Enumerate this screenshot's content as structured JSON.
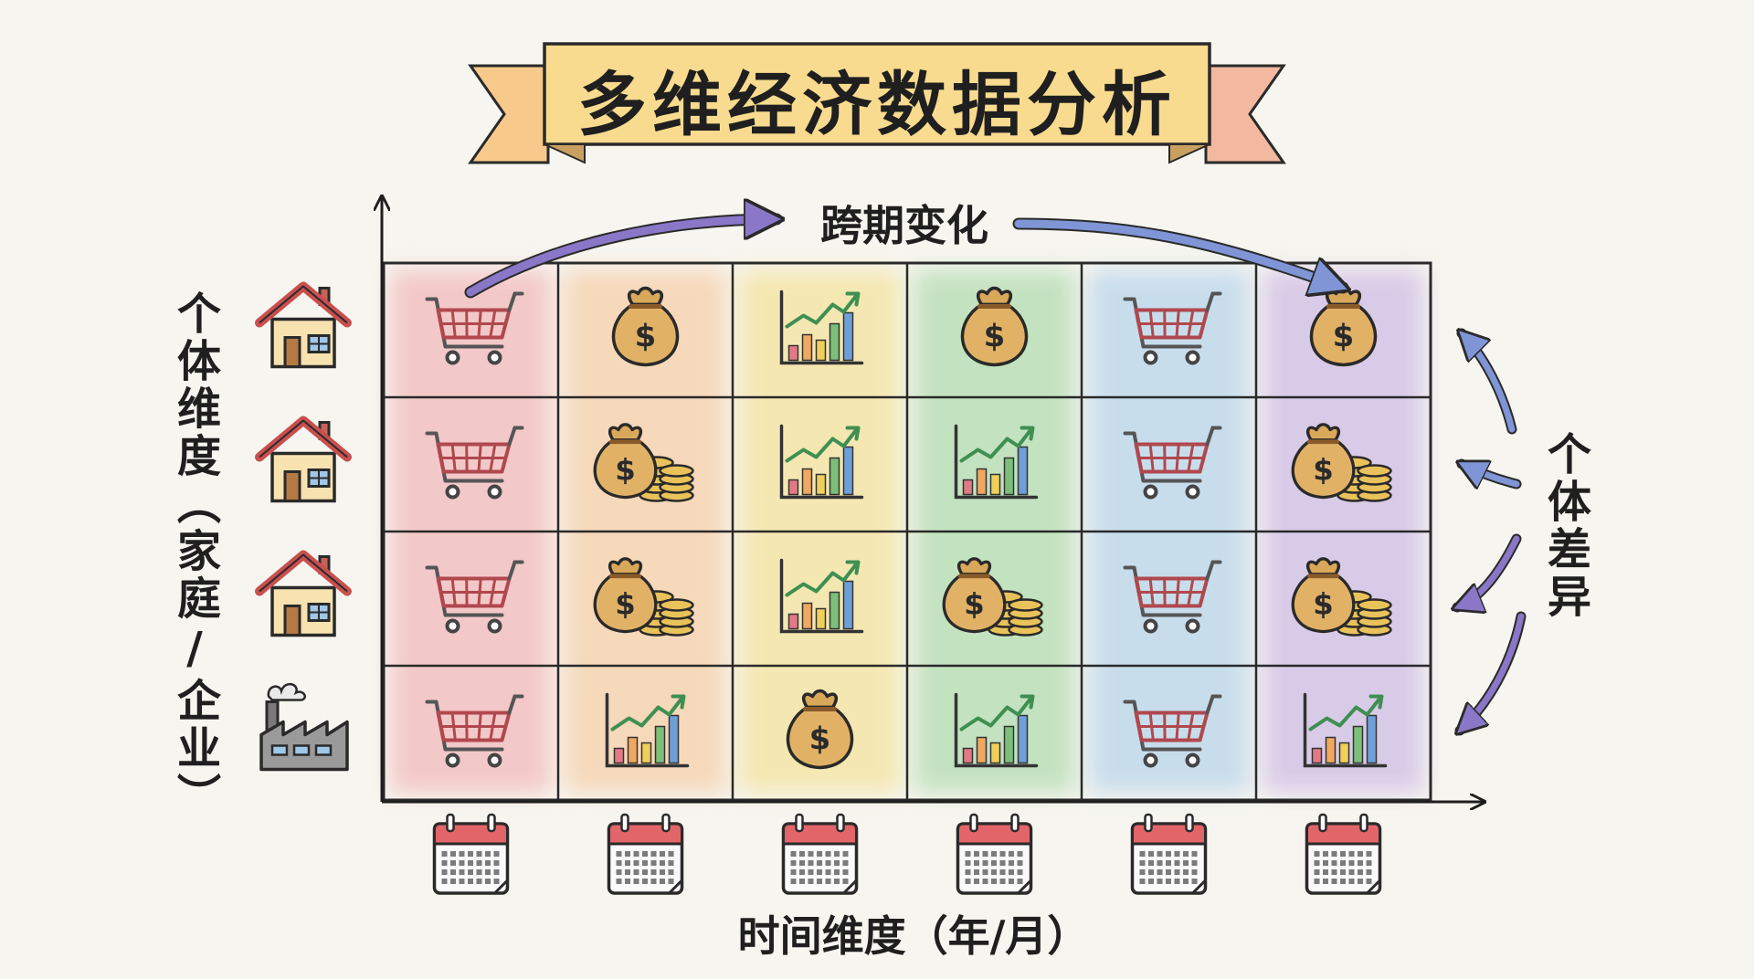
{
  "title": "多维经济数据分析",
  "period_label": "跨期变化",
  "y_axis_label": "个体维度（家庭/企业）",
  "x_axis_label": "时间维度（年/月）",
  "right_label": "个体差异",
  "colors": {
    "column_tints": [
      "#f3b9bb",
      "#f6cfa9",
      "#f4e39d",
      "#b3dcb0",
      "#b9d6ec",
      "#cfbde6"
    ],
    "ribbon": "#f7d58a",
    "arrow_purple": "#8a77c8",
    "arrow_blue": "#6f8fd1",
    "grid_line": "#2a2a2a"
  },
  "entities": [
    "house-icon",
    "house-icon",
    "house-icon",
    "factory-icon"
  ],
  "periods": [
    "calendar-icon",
    "calendar-icon",
    "calendar-icon",
    "calendar-icon",
    "calendar-icon",
    "calendar-icon"
  ],
  "grid": [
    [
      "cart-icon",
      "money-bag-icon",
      "bar-chart-icon",
      "money-bag-icon",
      "cart-icon",
      "money-bag-icon"
    ],
    [
      "cart-icon",
      "money-coins-icon",
      "bar-chart-icon",
      "bar-chart-icon",
      "cart-icon",
      "money-coins-icon"
    ],
    [
      "cart-icon",
      "money-coins-icon",
      "bar-chart-icon",
      "money-coins-icon",
      "cart-icon",
      "money-coins-icon"
    ],
    [
      "cart-icon",
      "bar-chart-icon",
      "money-bag-icon",
      "bar-chart-icon",
      "cart-icon",
      "bar-chart-icon"
    ]
  ]
}
